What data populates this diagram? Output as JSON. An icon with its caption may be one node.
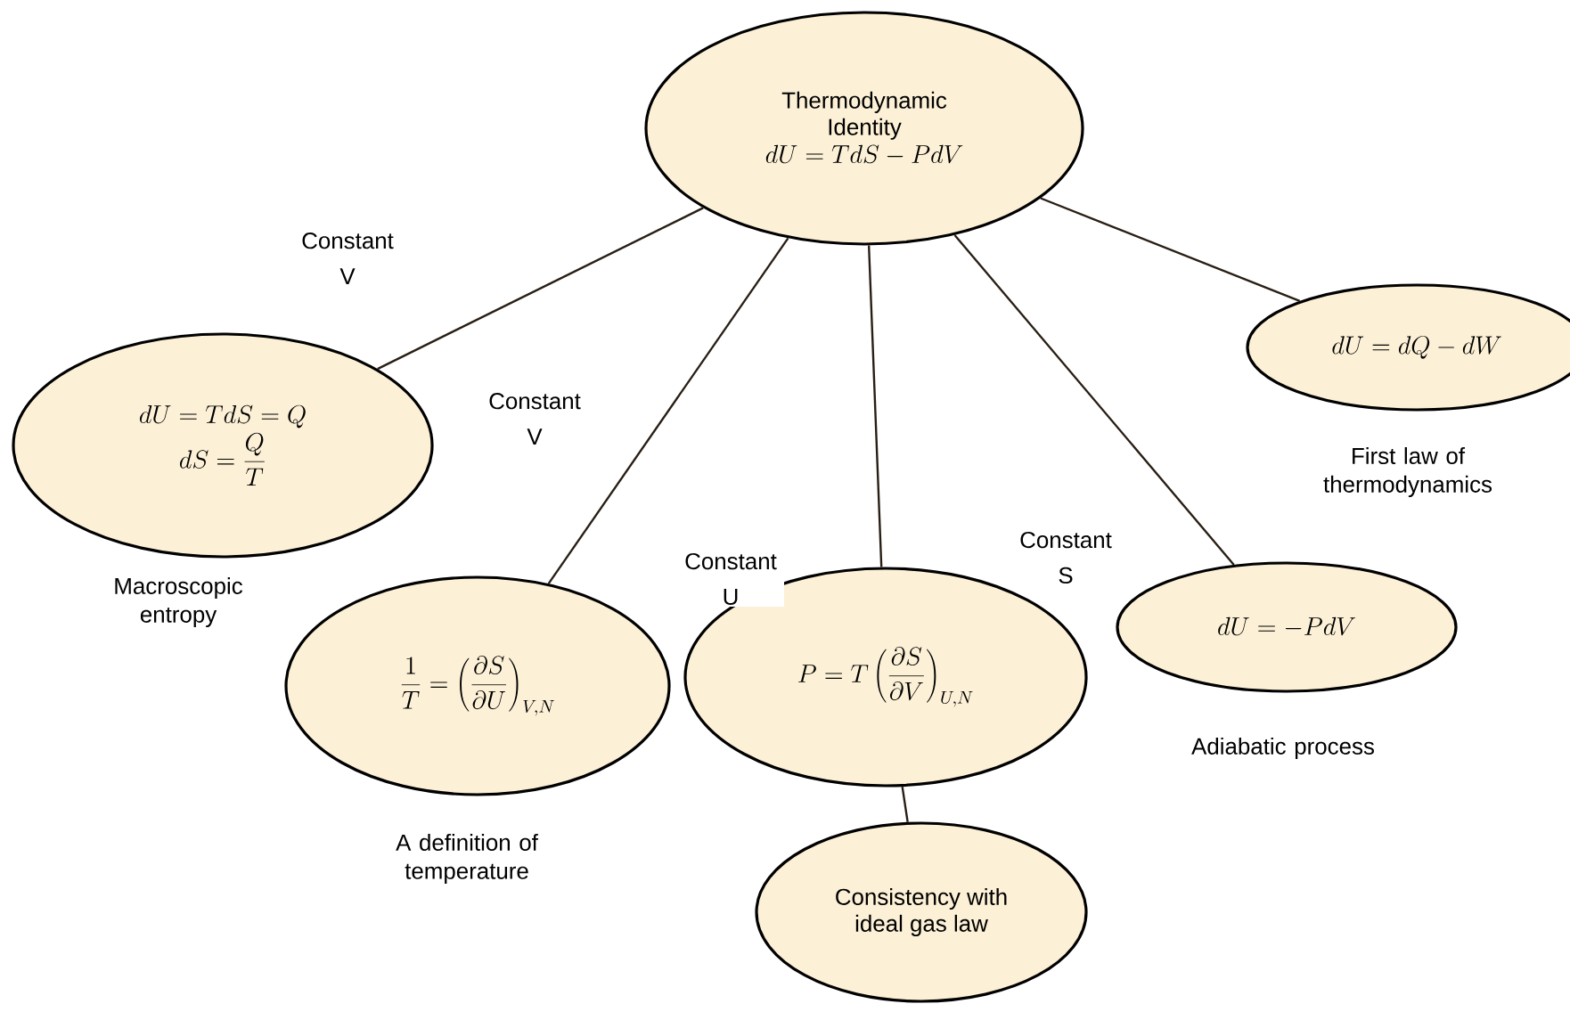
{
  "diagram": {
    "nodes": [
      {
        "text": [
          "Thermodynamic Identity",
          "dU = TdS - PdV"
        ]
      },
      {
        "text": [
          "dU = TdS = Q",
          "dS = \\frac{Q}{T}"
        ],
        "beside": [
          "Macroscopic entropy"
        ]
      },
      {
        "text": [
          "\\frac{1}{T} = \\left(\\frac{\\partial S}{\\partial U}\\right)_{V,N}"
        ],
        "beside": [
          "A definition of temperature"
        ]
      },
      {
        "text": [
          "P = T\\left(\\frac{\\partial S}{\\partial V}\\right)_{U,N}"
        ]
      },
      {
        "text": [
          "Consistency with ideal gas law"
        ]
      },
      {
        "text": [
          "dU = -PdV"
        ],
        "beside": [
          "Adiabatic process"
        ]
      },
      {
        "text": [
          "dU = dQ - dW"
        ],
        "beside": [
          "First law of thermodynamics"
        ]
      }
    ],
    "edges": [
      {
        "from": 0,
        "to": 1,
        "arrow": "none",
        "label": "Constant V"
      },
      {
        "from": 0,
        "to": 2,
        "arrow": "none",
        "label": "Constant V"
      },
      {
        "from": 0,
        "to": 3,
        "arrow": "none",
        "label": "Constant U"
      },
      {
        "from": 0,
        "to": 5,
        "arrow": "none",
        "label": "Constant S"
      },
      {
        "from": 0,
        "to": 6,
        "arrow": "none"
      },
      {
        "from": 3,
        "to": 4,
        "arrow": "none"
      }
    ]
  }
}
